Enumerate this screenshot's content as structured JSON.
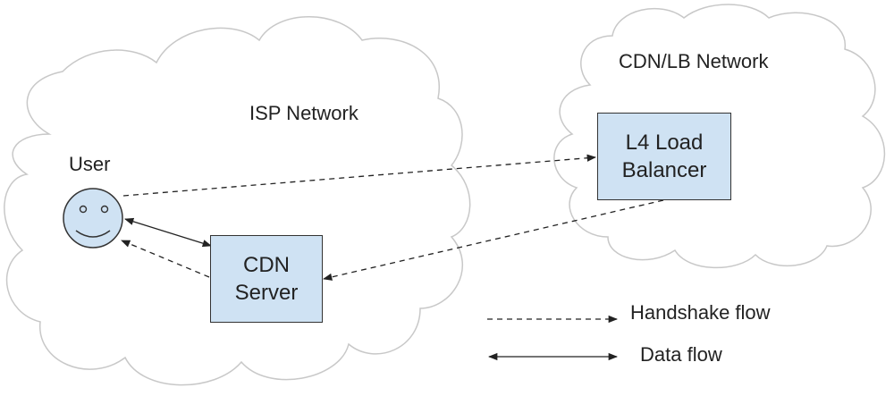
{
  "clouds": {
    "isp": {
      "label": "ISP Network"
    },
    "cdn_lb": {
      "label": "CDN/LB Network"
    }
  },
  "nodes": {
    "user": {
      "label": "User",
      "icon": "smiley-face-icon"
    },
    "lb": {
      "line1": "L4 Load",
      "line2": "Balancer"
    },
    "cdn": {
      "line1": "CDN",
      "line2": "Server"
    }
  },
  "legend": {
    "handshake": "Handshake flow",
    "data": "Data flow"
  },
  "colors": {
    "box_fill": "#cfe2f3",
    "stroke": "#333333",
    "cloud_outline": "#c8c8c8"
  }
}
